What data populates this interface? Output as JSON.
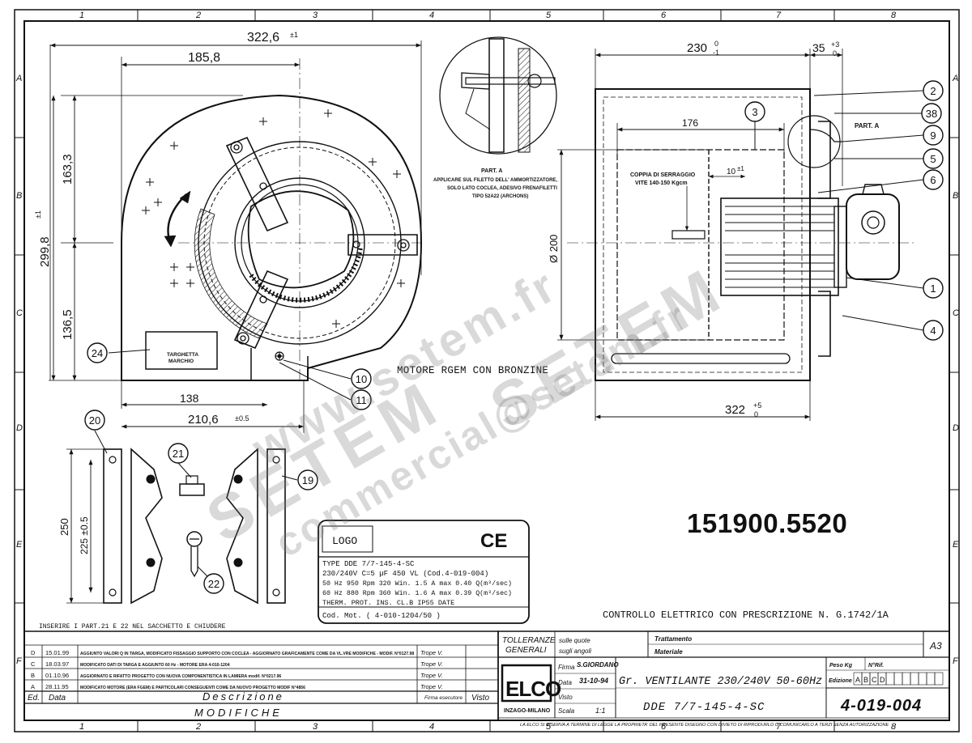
{
  "frame": {
    "columns": [
      "1",
      "2",
      "3",
      "4",
      "5",
      "6",
      "7",
      "8"
    ],
    "rows": [
      "A",
      "B",
      "C",
      "D",
      "E",
      "F"
    ]
  },
  "dimensions": {
    "overall_width": "322,6",
    "overall_width_tol": "±1",
    "width_185": "185,8",
    "height_163": "163,3",
    "height_299": "299,8",
    "height_299_tol": "±1",
    "height_136": "136,5",
    "bottom_138": "138",
    "bottom_210": "210,6",
    "bottom_210_tol": "±0.5",
    "side_230": "230",
    "side_230_tol_upper": "0",
    "side_230_tol_lower": "-1",
    "side_35": "35",
    "side_35_tol_upper": "+3",
    "side_35_tol_lower": "0",
    "side_176": "176",
    "side_10": "10",
    "side_10_tol": "±1",
    "diameter_200": "Ø 200",
    "side_322": "322",
    "side_322_tol_upper": "+5",
    "side_322_tol_lower": "0",
    "bracket_250": "250",
    "bracket_225": "225 ±0.5"
  },
  "callouts": [
    "2",
    "38",
    "9",
    "5",
    "6",
    "3",
    "1",
    "4",
    "24",
    "10",
    "11",
    "20",
    "21",
    "22",
    "19"
  ],
  "labels": {
    "part_a_title": "PART. A",
    "part_a_note_1": "APPLICARE SUL FILETTO DELL' AMMORTIZZATORE,",
    "part_a_note_2": "SOLO LATO COCLEA, ADESIVO FRENAFILETTI",
    "part_a_note_3": "TIPO 52A22 (ARCHONS)",
    "part_a_side": "PART. A",
    "coppia_1": "COPPIA DI SERRAGGIO",
    "coppia_2": "VITE 140-150 Kgcm",
    "targhetta_1": "TARGHETTA",
    "targhetta_2": "MARCHIO",
    "motore": "MOTORE RGEM CON BRONZINE",
    "part_number": "151900.5520",
    "controllo": "CONTROLLO ELETTRICO CON PRESCRIZIONE N. G.1742/1A",
    "inserire": "INSERIRE I PART.21 E 22 NEL SACCHETTO E CHIUDERE"
  },
  "nameplate": {
    "logo": "LOGO",
    "ce": "CE",
    "type": "TYPE DDE 7/7-145-4-SC",
    "line1": "230/240V  C=5 µF 450 VL    (Cod.4-019-004)",
    "line2": "50 Hz   950 Rpm  320 Win.  1.5 A max 0.40 Q(m³/sec)",
    "line3": "60 Hz   880 Rpm  360 Win.  1.6 A max 0.39 Q(m³/sec)",
    "line4": "THERM. PROT.   INS. CL.B   IP55  DATE",
    "cod_mot": "Cod. Mot.  ( 4-010-1204/50 )"
  },
  "revisions": [
    {
      "ed": "D",
      "date": "15.01.99",
      "desc": "AGGIUNTO VALORI Q IN TARGA, MODIFICATO FISSAGGIO SUPPORTO CON COCLEA - AGGIORNATO GRAFICAMENTE  COME DA VL.VRE MODIFICHE - MODIF. N°0127.98",
      "sign": "Trope V."
    },
    {
      "ed": "C",
      "date": "18.03.97",
      "desc": "MODIFICATO DATI DI TARGA E AGGIUNTO 60 Hz - MOTORE ERA 4-010-1204",
      "sign": "Trope V."
    },
    {
      "ed": "B",
      "date": "01.10.96",
      "desc": "AGGIORNATO E RIFATTO PROGETTO CON NUOVA COMPONENTISTICA IN LAMIERA   modif. N°0217.96",
      "sign": "Trope V."
    },
    {
      "ed": "A",
      "date": "28.11.95",
      "desc": "MODIFICATO MOTORE (ERA FGEM) E PARTICOLARI CONSEGUENTI COME DA NUOVO PROGETTO        MODIF  N°4856",
      "sign": "Trope V."
    }
  ],
  "revision_header": {
    "ed": "Ed.",
    "data": "Data",
    "descrizione": "Descrizione",
    "firma": "Firma esecutore",
    "visto": "Visto",
    "modifiche": "MODIFICHE"
  },
  "title_block": {
    "tolleranze_1": "TOLLERANZE",
    "tolleranze_2": "GENERALI",
    "sulle_quote": "sulle quote",
    "sugli_angoli": "sugli angoli",
    "trattamento": "Trattamento",
    "materiale": "Materiale",
    "format": "A3",
    "firma_label": "Firma",
    "firma_value": "S.GIORDANO",
    "data_label": "Data",
    "data_value": "31-10-94",
    "visto_label": "Visto",
    "scala_label": "Scala",
    "scala_value": "1:1",
    "company": "ELCO",
    "company_sub": "INZAGO-MILANO",
    "title_line1": "Gr. VENTILANTE 230/240V 50-60Hz",
    "title_line2": "DDE 7/7-145-4-SC",
    "peso_label": "Peso Kg",
    "nrif_label": "N°Rif.",
    "edizione_label": "Edizione",
    "editions": [
      "A",
      "B",
      "C",
      "D"
    ],
    "drawing_number": "4-019-004",
    "footer": "LA ELCO SI RISERVA A TERMINE DI LEGGE LA PROPRIETA' DEL PRESENTE DISEGNO CON DIVIETO DI RIPRODURLO O COMUNICARLO A TERZI SENZA AUTORIZZAZIONE"
  },
  "watermark": {
    "line1": "www.setem.fr",
    "line2": "SETEM",
    "line3": "commercial@setem.fr"
  }
}
